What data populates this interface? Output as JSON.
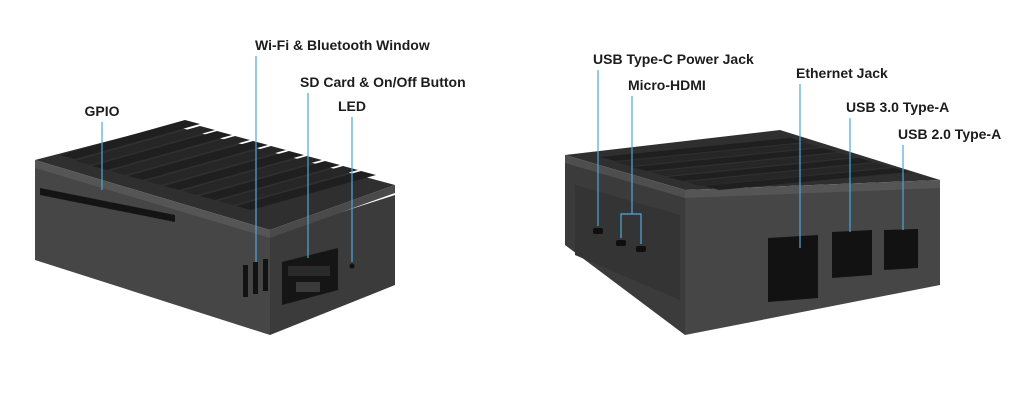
{
  "left_case": {
    "callouts": {
      "gpio": "GPIO",
      "wifi_bt_window": "Wi-Fi & Bluetooth Window",
      "sd_card_button": "SD Card & On/Off Button",
      "led": "LED"
    }
  },
  "right_case": {
    "callouts": {
      "usb_c_power": "USB Type-C Power Jack",
      "micro_hdmi": "Micro-HDMI",
      "ethernet": "Ethernet Jack",
      "usb3": "USB 3.0 Type-A",
      "usb2": "USB 2.0 Type-A"
    }
  },
  "colors": {
    "case_top": "#2e2e2e",
    "case_side": "#3a3a3a",
    "case_front": "#444444",
    "leader": "#4aa8e0",
    "text": "#1c1c1c"
  }
}
